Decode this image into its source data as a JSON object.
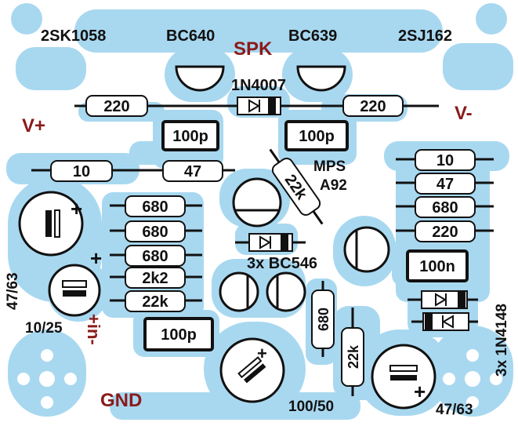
{
  "header_labels": {
    "q1": "2SK1058",
    "q2": "BC640",
    "spk": "SPK",
    "q3": "BC639",
    "q4": "2SJ162"
  },
  "rails": {
    "vplus": "V+",
    "vminus": "V-",
    "gnd": "GND",
    "in": "+in-"
  },
  "diodes": {
    "d1": "1N4007",
    "d_bottom": "3x 1N4148"
  },
  "transistors": {
    "mps": "MPS\nA92",
    "mps_line1": "MPS",
    "mps_line2": "A92",
    "bc546": "3x BC546"
  },
  "resistors": {
    "r220_top_left": "220",
    "r220_top_right": "220",
    "r10_left": "10",
    "r47_mid": "47",
    "r22k_diag": "22k",
    "r680_a": "680",
    "r680_b": "680",
    "r680_c": "680",
    "r2k2": "2k2",
    "r22k_left": "22k",
    "r10_right": "10",
    "r47_right": "47",
    "r680_right": "680",
    "r220_right": "220",
    "r680_vert": "680",
    "r22k_vert": "22k"
  },
  "capacitors": {
    "c100p_a": "100p",
    "c100p_b": "100p",
    "c100p_c": "100p",
    "c100n": "100n",
    "elco_left_top": "47/63",
    "elco_left_bottom": "10/25",
    "elco_bottom_mid": "100/50",
    "elco_bottom_right": "47/63"
  },
  "plus_sign": "+",
  "colors": {
    "copper": "#a8d8f0",
    "ink": "#111111",
    "label_red": "#8b1a1a"
  }
}
